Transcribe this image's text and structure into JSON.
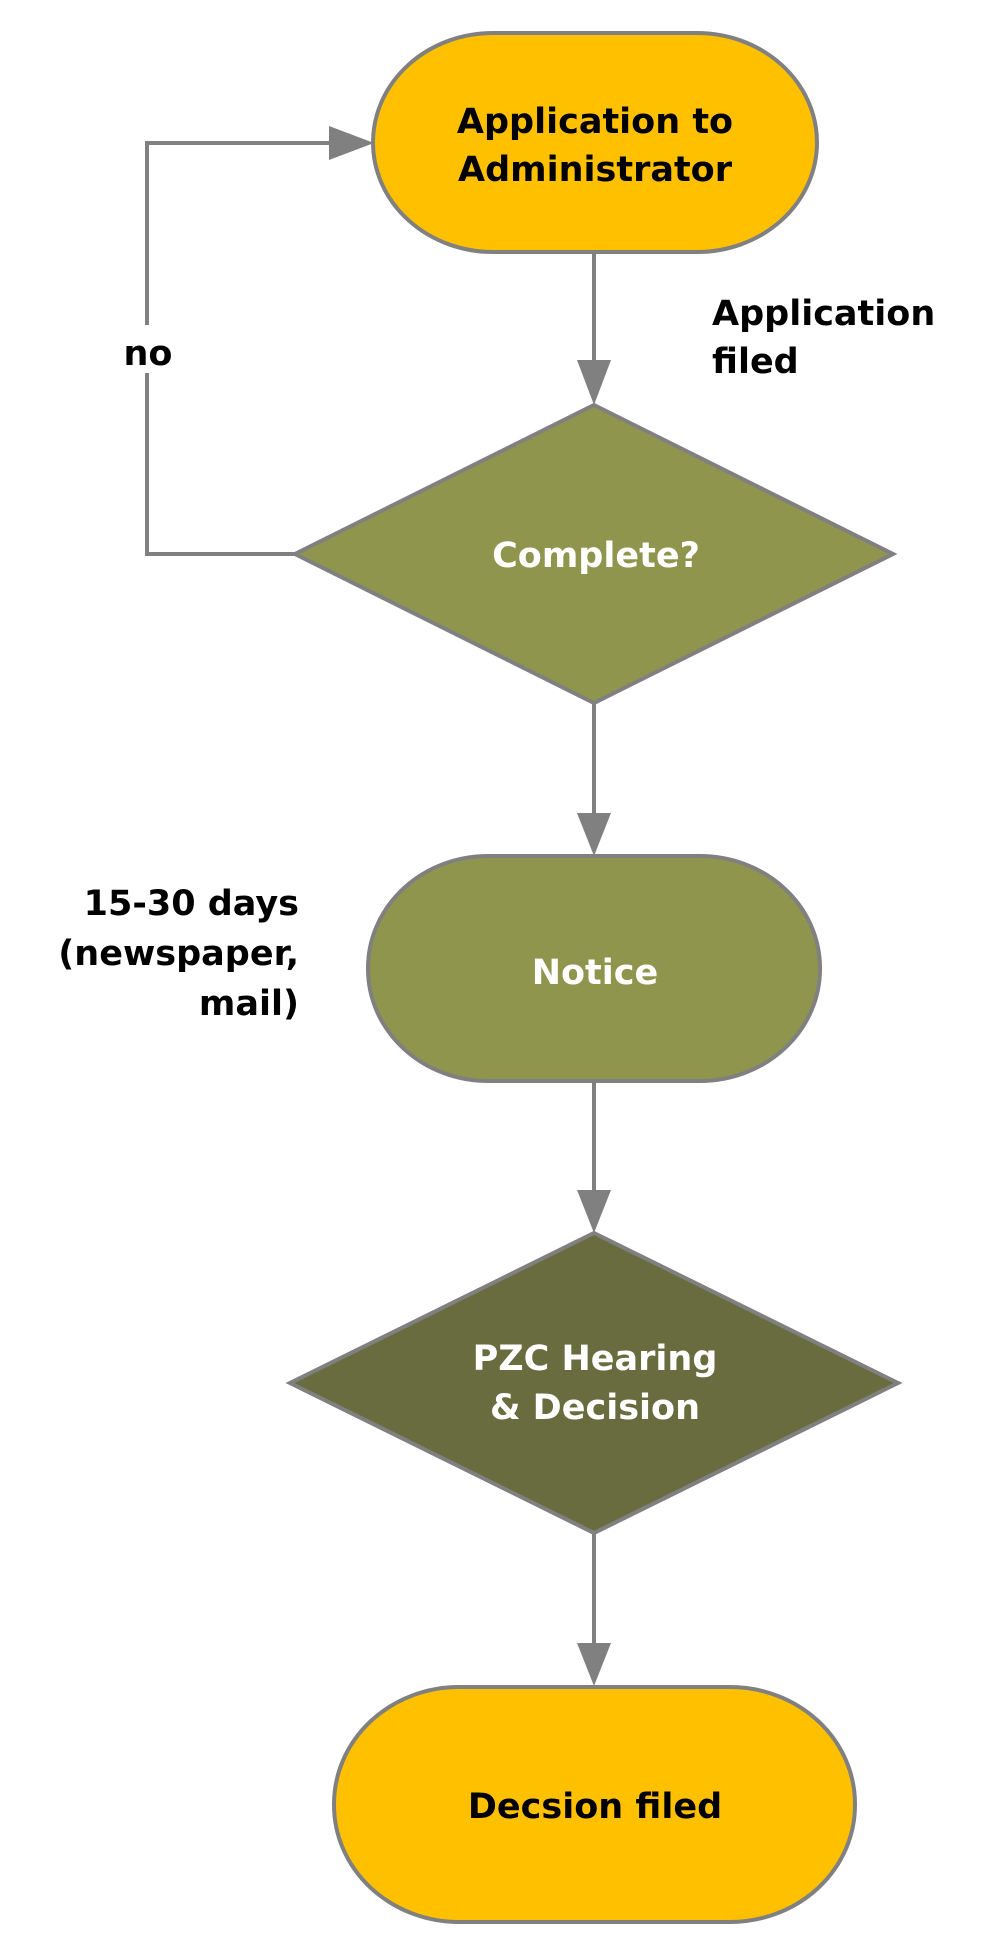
{
  "colors": {
    "start_end_fill": "#FFC000",
    "process_fill": "#8F954D",
    "decision_dark_fill": "#686C3F",
    "stroke": "#808080",
    "dark_text": "#000000",
    "light_text": "#FFFFFF"
  },
  "nodes": {
    "start": {
      "lines": [
        "Application to",
        "Administrator"
      ]
    },
    "complete_check": {
      "lines": [
        "Complete?"
      ]
    },
    "notice": {
      "lines": [
        "Notice"
      ]
    },
    "hearing": {
      "lines": [
        "PZC Hearing",
        "& Decision"
      ]
    },
    "end": {
      "lines": [
        "Decsion filed"
      ]
    }
  },
  "edge_labels": {
    "no": "no",
    "application_filed": [
      "Application",
      "filed"
    ],
    "notice_period": [
      "15-30 days",
      "(newspaper,",
      "mail)"
    ]
  }
}
